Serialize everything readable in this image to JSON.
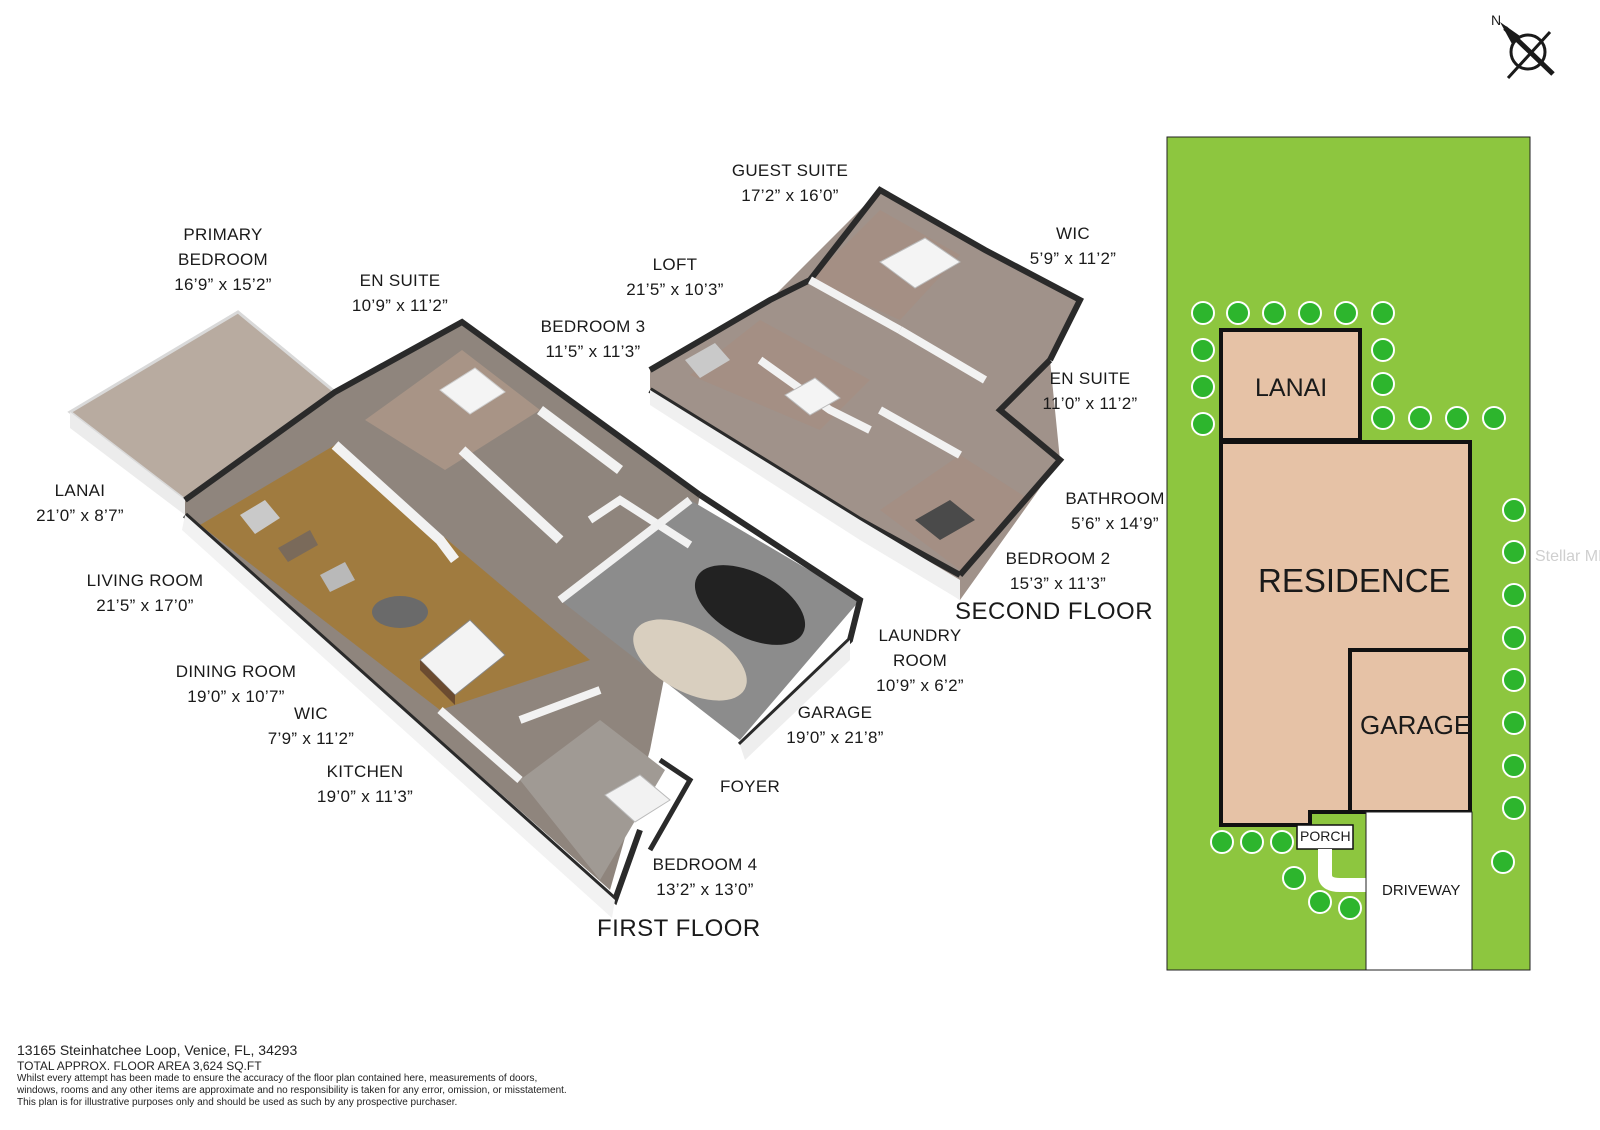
{
  "rooms": {
    "primary_bedroom": {
      "name1": "PRIMARY",
      "name2": "BEDROOM",
      "dims": "16’9” x 15’2”"
    },
    "en_suite_1": {
      "name": "EN SUITE",
      "dims": "10’9” x 11’2”"
    },
    "bedroom_3": {
      "name": "BEDROOM 3",
      "dims": "11’5” x 11’3”"
    },
    "lanai": {
      "name": "LANAI",
      "dims": "21’0” x 8’7”"
    },
    "living_room": {
      "name": "LIVING ROOM",
      "dims": "21’5” x 17’0”"
    },
    "dining_room": {
      "name": "DINING ROOM",
      "dims": "19’0” x 10’7”"
    },
    "wic_1": {
      "name": "WIC",
      "dims": "7’9” x 11’2”"
    },
    "kitchen": {
      "name": "KITCHEN",
      "dims": "19’0” x 11’3”"
    },
    "laundry_room": {
      "name1": "LAUNDRY",
      "name2": "ROOM",
      "dims": "10’9” x 6’2”"
    },
    "garage": {
      "name": "GARAGE",
      "dims": "19’0” x 21’8”"
    },
    "foyer": {
      "name": "FOYER"
    },
    "bedroom_4": {
      "name": "BEDROOM 4",
      "dims": "13’2” x 13’0”"
    },
    "guest_suite": {
      "name": "GUEST SUITE",
      "dims": "17’2” x 16’0”"
    },
    "loft": {
      "name": "LOFT",
      "dims": "21’5” x 10’3”"
    },
    "wic_2": {
      "name": "WIC",
      "dims": "5’9” x 11’2”"
    },
    "en_suite_2": {
      "name": "EN SUITE",
      "dims": "11’0” x 11’2”"
    },
    "bathroom": {
      "name": "BATHROOM",
      "dims": "5’6” x 14’9”"
    },
    "bedroom_2": {
      "name": "BEDROOM 2",
      "dims": "15’3” x 11’3”"
    }
  },
  "floors": {
    "first": "FIRST FLOOR",
    "second": "SECOND FLOOR"
  },
  "site_plan": {
    "lanai": "LANAI",
    "residence": "RESIDENCE",
    "garage": "GARAGE",
    "porch": "PORCH",
    "driveway": "DRIVEWAY"
  },
  "compass": {
    "north": "N"
  },
  "watermark": "Stellar MLS",
  "footer": {
    "address": "13165 Steinhatchee Loop, Venice, FL, 34293",
    "area": "TOTAL APPROX. FLOOR AREA 3,624 SQ.FT",
    "disclaimer1": "Whilst every attempt has been made to ensure the accuracy of the floor plan contained here, measurements of doors,",
    "disclaimer2": "windows, rooms and any other items are approximate and no responsibility is taken for any error, omission, or misstatement.",
    "disclaimer3": "This plan is for illustrative purposes only and should be used as such by any prospective purchaser."
  },
  "colors": {
    "grass": "#8dc63f",
    "building": "#e6c2a6",
    "floor_carpet": "#a89486",
    "floor_wood": "#a07b3f",
    "wall": "#2a2a2a",
    "tree": "#2db52d"
  }
}
